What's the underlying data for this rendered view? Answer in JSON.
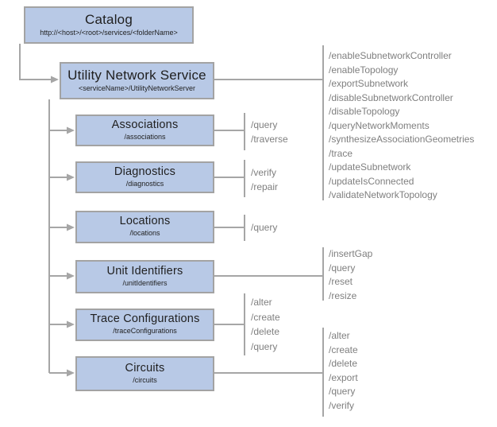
{
  "colors": {
    "box_fill": "#b8c9e6",
    "box_border": "#a3a3a3",
    "line": "#a6a6a6",
    "title_text": "#1f1f1f",
    "ops_text": "#7f7f7f"
  },
  "catalog": {
    "title": "Catalog",
    "subtitle": "http://<host>/<root>/services/<folderName>"
  },
  "service": {
    "title": "Utility Network Service",
    "subtitle": "<serviceName>/UtilityNetworkServer",
    "ops": [
      "/enableSubnetworkController",
      "/enableTopology",
      "/exportSubnetwork",
      "/disableSubnetworkController",
      "/disableTopology",
      "/queryNetworkMoments",
      "/synthesizeAssociationGeometries",
      "/trace",
      "/updateSubnetwork",
      "/updateIsConnected",
      "/validateNetworkTopology"
    ]
  },
  "children": [
    {
      "title": "Associations",
      "subtitle": "/associations",
      "ops": [
        "/query",
        "/traverse"
      ]
    },
    {
      "title": "Diagnostics",
      "subtitle": "/diagnostics",
      "ops": [
        "/verify",
        "/repair"
      ]
    },
    {
      "title": "Locations",
      "subtitle": "/locations",
      "ops": [
        "/query"
      ]
    },
    {
      "title": "Unit Identifiers",
      "subtitle": "/unitIdentifiers",
      "ops": [
        "/insertGap",
        "/query",
        "/reset",
        "/resize"
      ]
    },
    {
      "title": "Trace Configurations",
      "subtitle": "/traceConfigurations",
      "ops": [
        "/alter",
        "/create",
        "/delete",
        "/query"
      ]
    },
    {
      "title": "Circuits",
      "subtitle": "/circuits",
      "ops": [
        "/alter",
        "/create",
        "/delete",
        "/export",
        "/query",
        "/verify"
      ]
    }
  ]
}
